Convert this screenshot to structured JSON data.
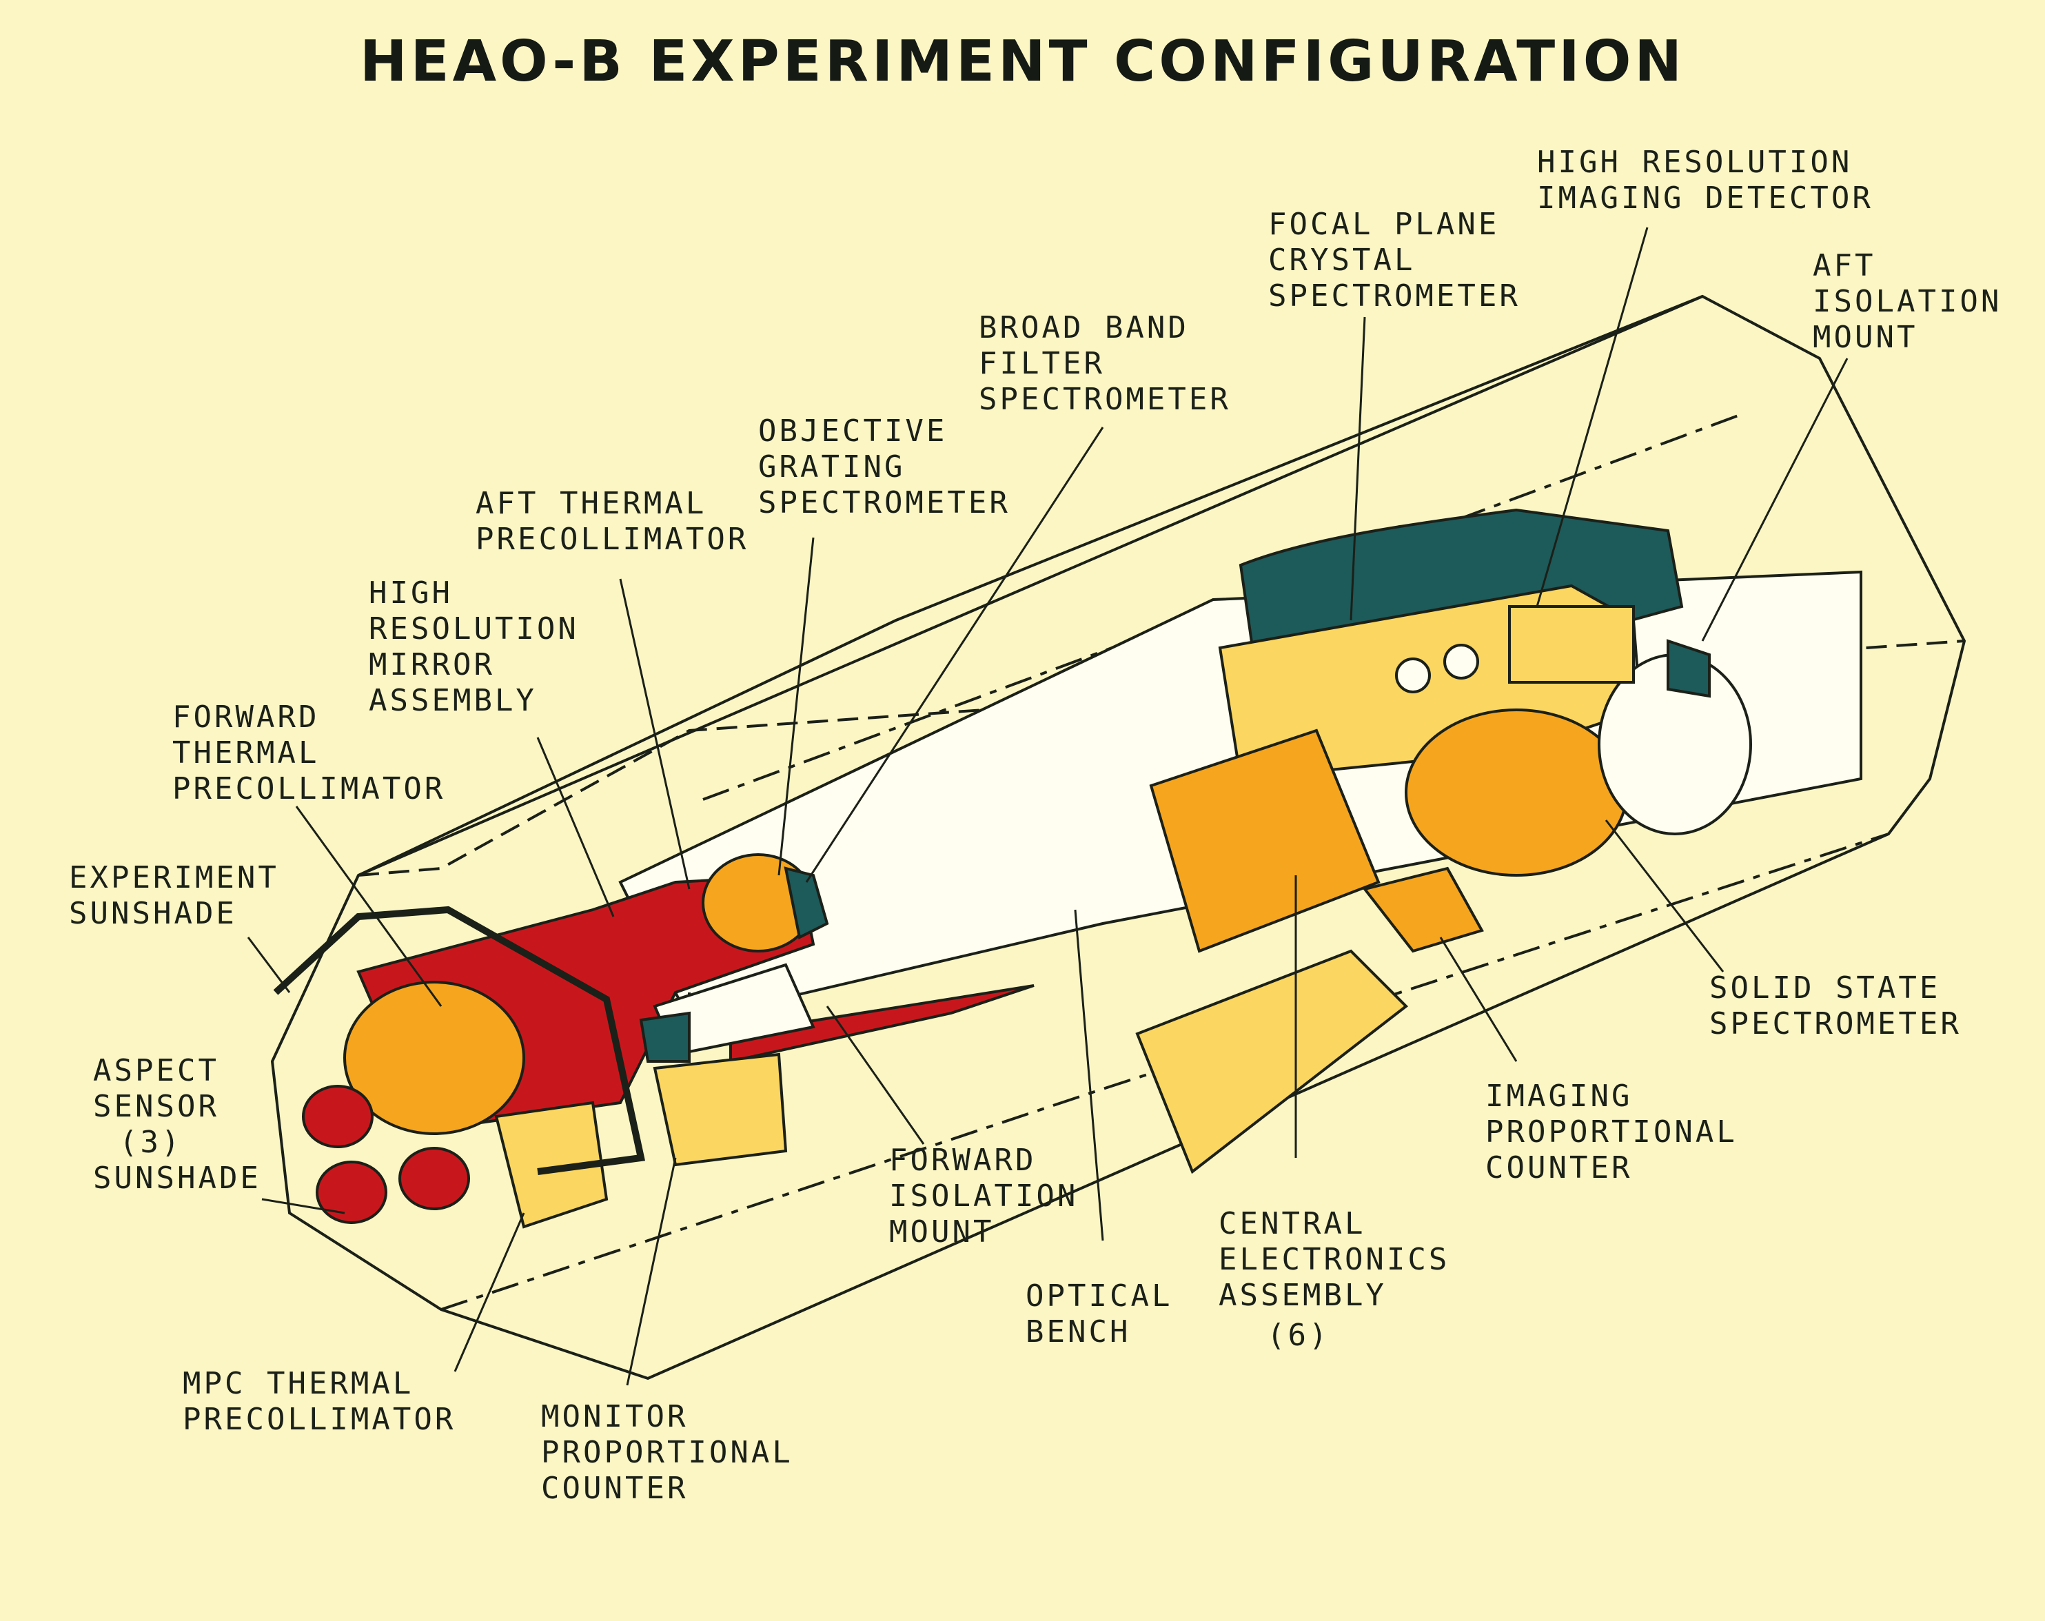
{
  "title": "HEAO-B EXPERIMENT CONFIGURATION",
  "colors": {
    "background": "#fbf6c4",
    "red": "#c8171c",
    "orange": "#f6a51e",
    "yellow": "#fbd660",
    "teal": "#1d5a5a",
    "line": "#1b2018"
  },
  "labels": {
    "hrid": [
      "HIGH RESOLUTION",
      "IMAGING DETECTOR"
    ],
    "fpcs": [
      "FOCAL PLANE",
      "CRYSTAL",
      "SPECTROMETER"
    ],
    "aft_mount": [
      "AFT",
      "ISOLATION",
      "MOUNT"
    ],
    "bbfs": [
      "BROAD BAND",
      "FILTER",
      "SPECTROMETER"
    ],
    "ogs": [
      "OBJECTIVE",
      "GRATING",
      "SPECTROMETER"
    ],
    "aft_thermal": [
      "AFT THERMAL",
      "PRECOLLIMATOR"
    ],
    "hrma": [
      "HIGH",
      "RESOLUTION",
      "MIRROR",
      "ASSEMBLY"
    ],
    "fwd_thermal": [
      "FORWARD",
      "THERMAL",
      "PRECOLLIMATOR"
    ],
    "sunshade": [
      "EXPERIMENT",
      "SUNSHADE"
    ],
    "aspect": [
      "ASPECT",
      "SENSOR",
      "(3)",
      "SUNSHADE"
    ],
    "sss": [
      "SOLID STATE",
      "SPECTROMETER"
    ],
    "ipc": [
      "IMAGING",
      "PROPORTIONAL",
      "COUNTER"
    ],
    "fwd_mount": [
      "FORWARD",
      "ISOLATION",
      "MOUNT"
    ],
    "cea": [
      "CENTRAL",
      "ELECTRONICS",
      "ASSEMBLY",
      "(6)"
    ],
    "bench": [
      "OPTICAL",
      "BENCH"
    ],
    "mpc": [
      "MPC THERMAL",
      "PRECOLLIMATOR"
    ],
    "monitor": [
      "MONITOR",
      "PROPORTIONAL",
      "COUNTER"
    ]
  }
}
